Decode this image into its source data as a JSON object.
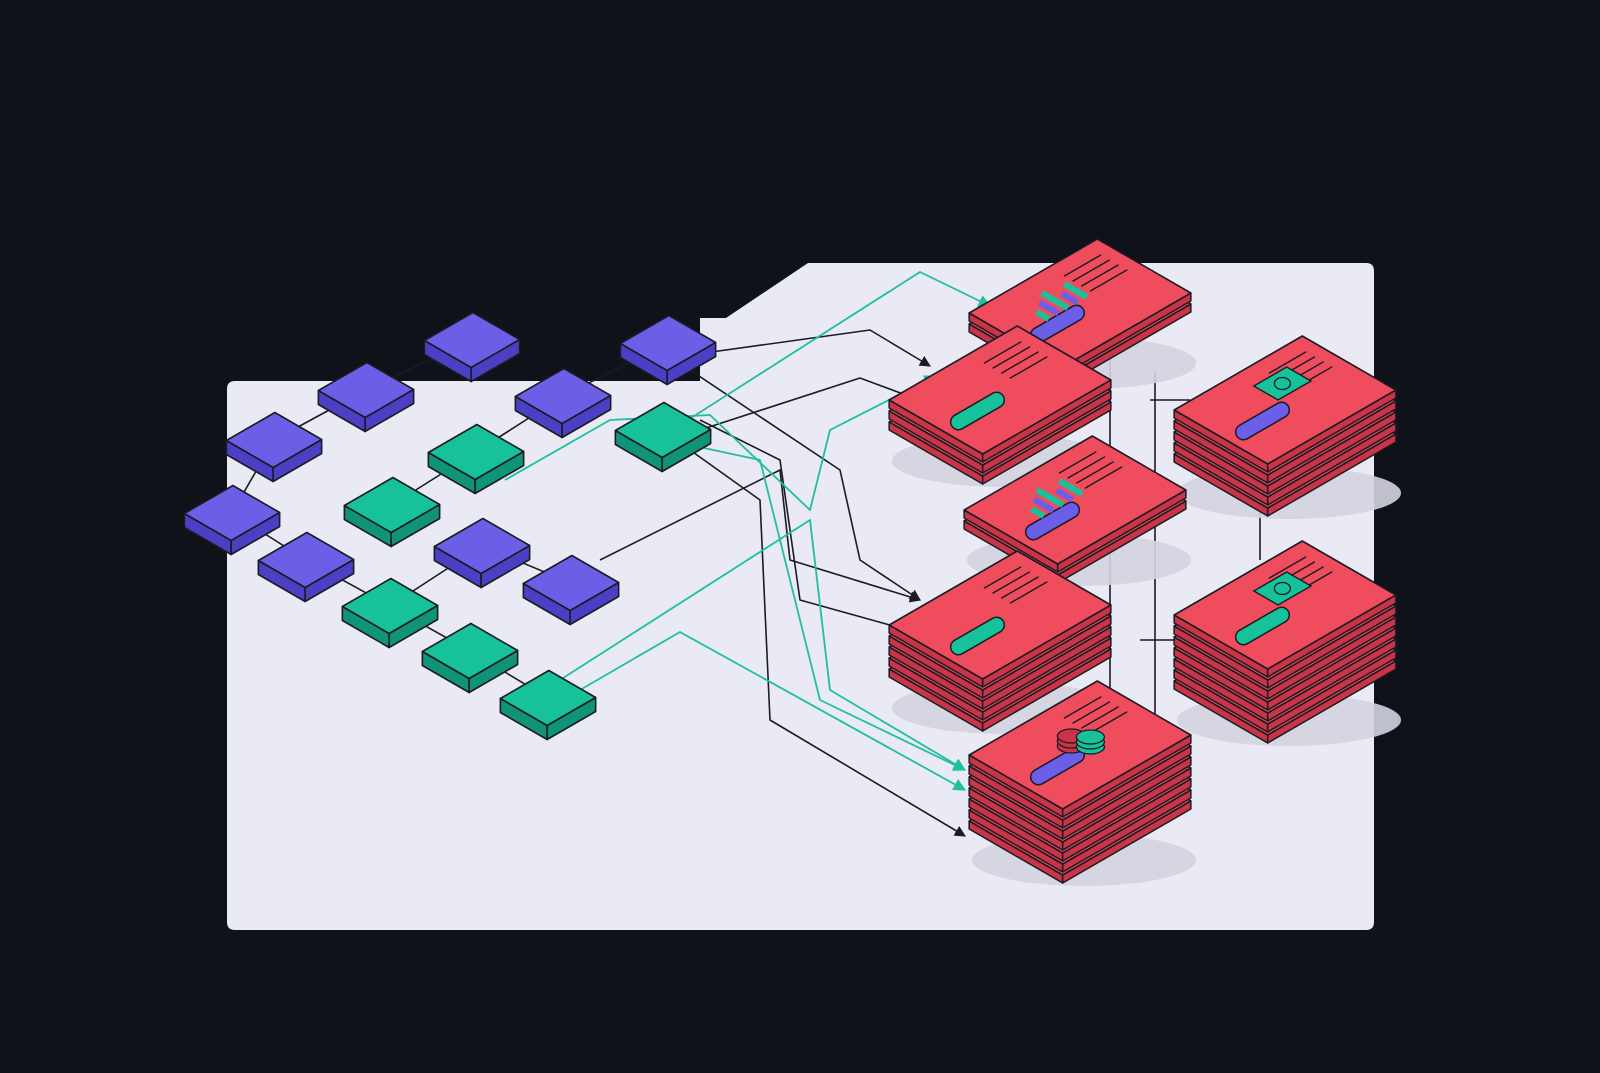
{
  "colors": {
    "background": "#10121a",
    "panel": "#e9eaf3",
    "panel_shadow": "#d3d4e0",
    "outline": "#1a1b24",
    "blue_top": "#6a5fe6",
    "blue_side": "#4b40c4",
    "green_top": "#17c29b",
    "green_side": "#0f9478",
    "red_top": "#ef4d5e",
    "red_side": "#c93446",
    "pill_blue": "#6a5fe6",
    "pill_green": "#17c29b",
    "connector_black": "#1a1b24",
    "connector_teal": "#1fbfa0"
  },
  "diagram": {
    "source_nodes": [
      {
        "name": "blue-node",
        "color": "blue"
      },
      {
        "name": "blue-node",
        "color": "blue"
      },
      {
        "name": "blue-node",
        "color": "blue"
      },
      {
        "name": "blue-node",
        "color": "blue"
      },
      {
        "name": "blue-node",
        "color": "blue"
      },
      {
        "name": "blue-node",
        "color": "blue"
      },
      {
        "name": "blue-node",
        "color": "blue"
      },
      {
        "name": "blue-node",
        "color": "blue"
      },
      {
        "name": "blue-node",
        "color": "blue"
      },
      {
        "name": "green-node",
        "color": "green"
      },
      {
        "name": "green-node",
        "color": "green"
      },
      {
        "name": "green-node",
        "color": "green"
      },
      {
        "name": "green-node",
        "color": "green"
      },
      {
        "name": "green-node",
        "color": "green"
      },
      {
        "name": "green-node",
        "color": "green"
      }
    ],
    "card_stacks": [
      {
        "name": "report-card-stack",
        "icon": "bar-chart-icon",
        "pill": "blue",
        "layers": 2
      },
      {
        "name": "summary-card-stack",
        "icon": "none",
        "pill": "green",
        "layers": 3
      },
      {
        "name": "payment-card-stack",
        "icon": "banknote-icon",
        "pill": "blue",
        "layers": 5
      },
      {
        "name": "report-card-stack",
        "icon": "bar-chart-icon",
        "pill": "blue",
        "layers": 2
      },
      {
        "name": "summary-card-stack",
        "icon": "none",
        "pill": "green",
        "layers": 5
      },
      {
        "name": "payment-card-stack",
        "icon": "banknote-icon",
        "pill": "green",
        "layers": 7
      },
      {
        "name": "coins-card-stack",
        "icon": "coins-icon",
        "pill": "blue",
        "layers": 7
      }
    ],
    "connectors": {
      "black": 6,
      "teal": 5
    }
  }
}
